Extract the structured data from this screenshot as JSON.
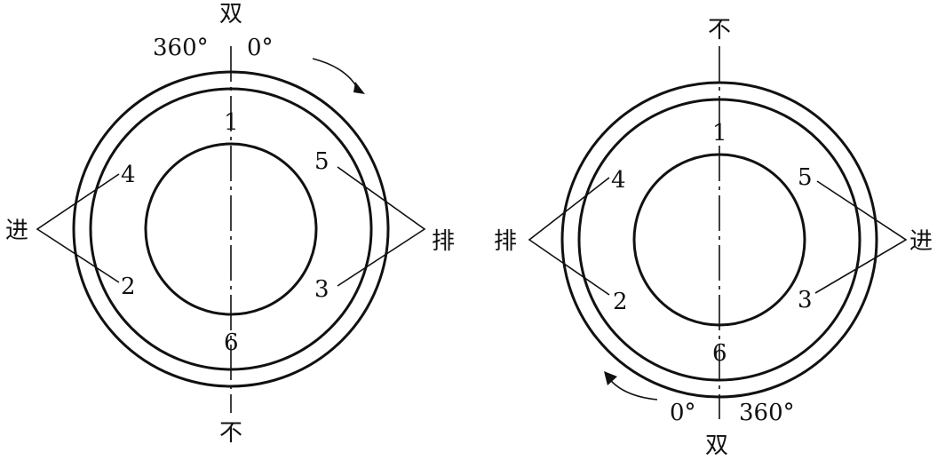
{
  "left": {
    "top_label": "双",
    "bottom_label": "不",
    "angle_left": "360°",
    "angle_right": "0°",
    "side_left": "进",
    "side_right": "排",
    "cyl": {
      "c1": "1",
      "c4": "4",
      "c2": "2",
      "c5": "5",
      "c3": "3",
      "c6": "6"
    }
  },
  "right": {
    "top_label": "不",
    "bottom_label": "双",
    "angle_left": "0°",
    "angle_right": "360°",
    "side_left": "排",
    "side_right": "进",
    "cyl": {
      "c1": "1",
      "c4": "4",
      "c2": "2",
      "c5": "5",
      "c3": "3",
      "c6": "6"
    }
  },
  "colors": {
    "ink": "#111111",
    "background": "#ffffff"
  }
}
